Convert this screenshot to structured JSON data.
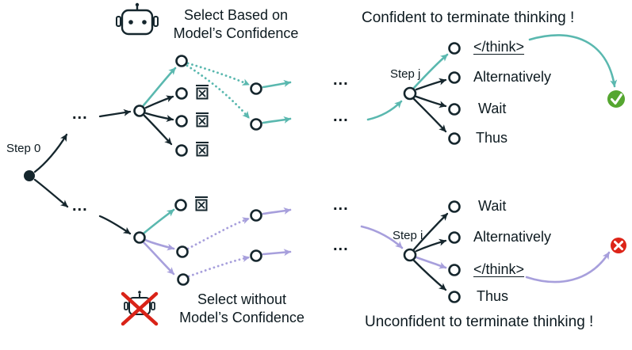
{
  "colors": {
    "confident_path": "#5ab8af",
    "unconfident_path": "#a79fdc",
    "node_outline": "#15262d",
    "text": "#0d1a20",
    "success": "#55a630",
    "error": "#dd2418"
  },
  "labels": {
    "step0": "Step 0",
    "step_j": "Step j",
    "step_i": "Step i",
    "ellipsis": "...",
    "top_header_line1": "Select Based on",
    "top_header_line2": "Model’s Confidence",
    "top_banner": "Confident to terminate thinking !",
    "bottom_header_line1": "Select without",
    "bottom_header_line2": "Model’s Confidence",
    "bottom_banner": "Unconfident to terminate thinking !"
  },
  "step_j_tokens": [
    "</think>",
    "Alternatively",
    "Wait",
    "Thus"
  ],
  "step_i_tokens": [
    "Wait",
    "Alternatively",
    "</think>",
    "Thus"
  ],
  "icons": {
    "robot": "robot-icon",
    "robot_crossed": "no-confidence-robot-icon",
    "discard": "discard-icon",
    "success": "check-circle-icon",
    "failure": "x-circle-icon"
  }
}
